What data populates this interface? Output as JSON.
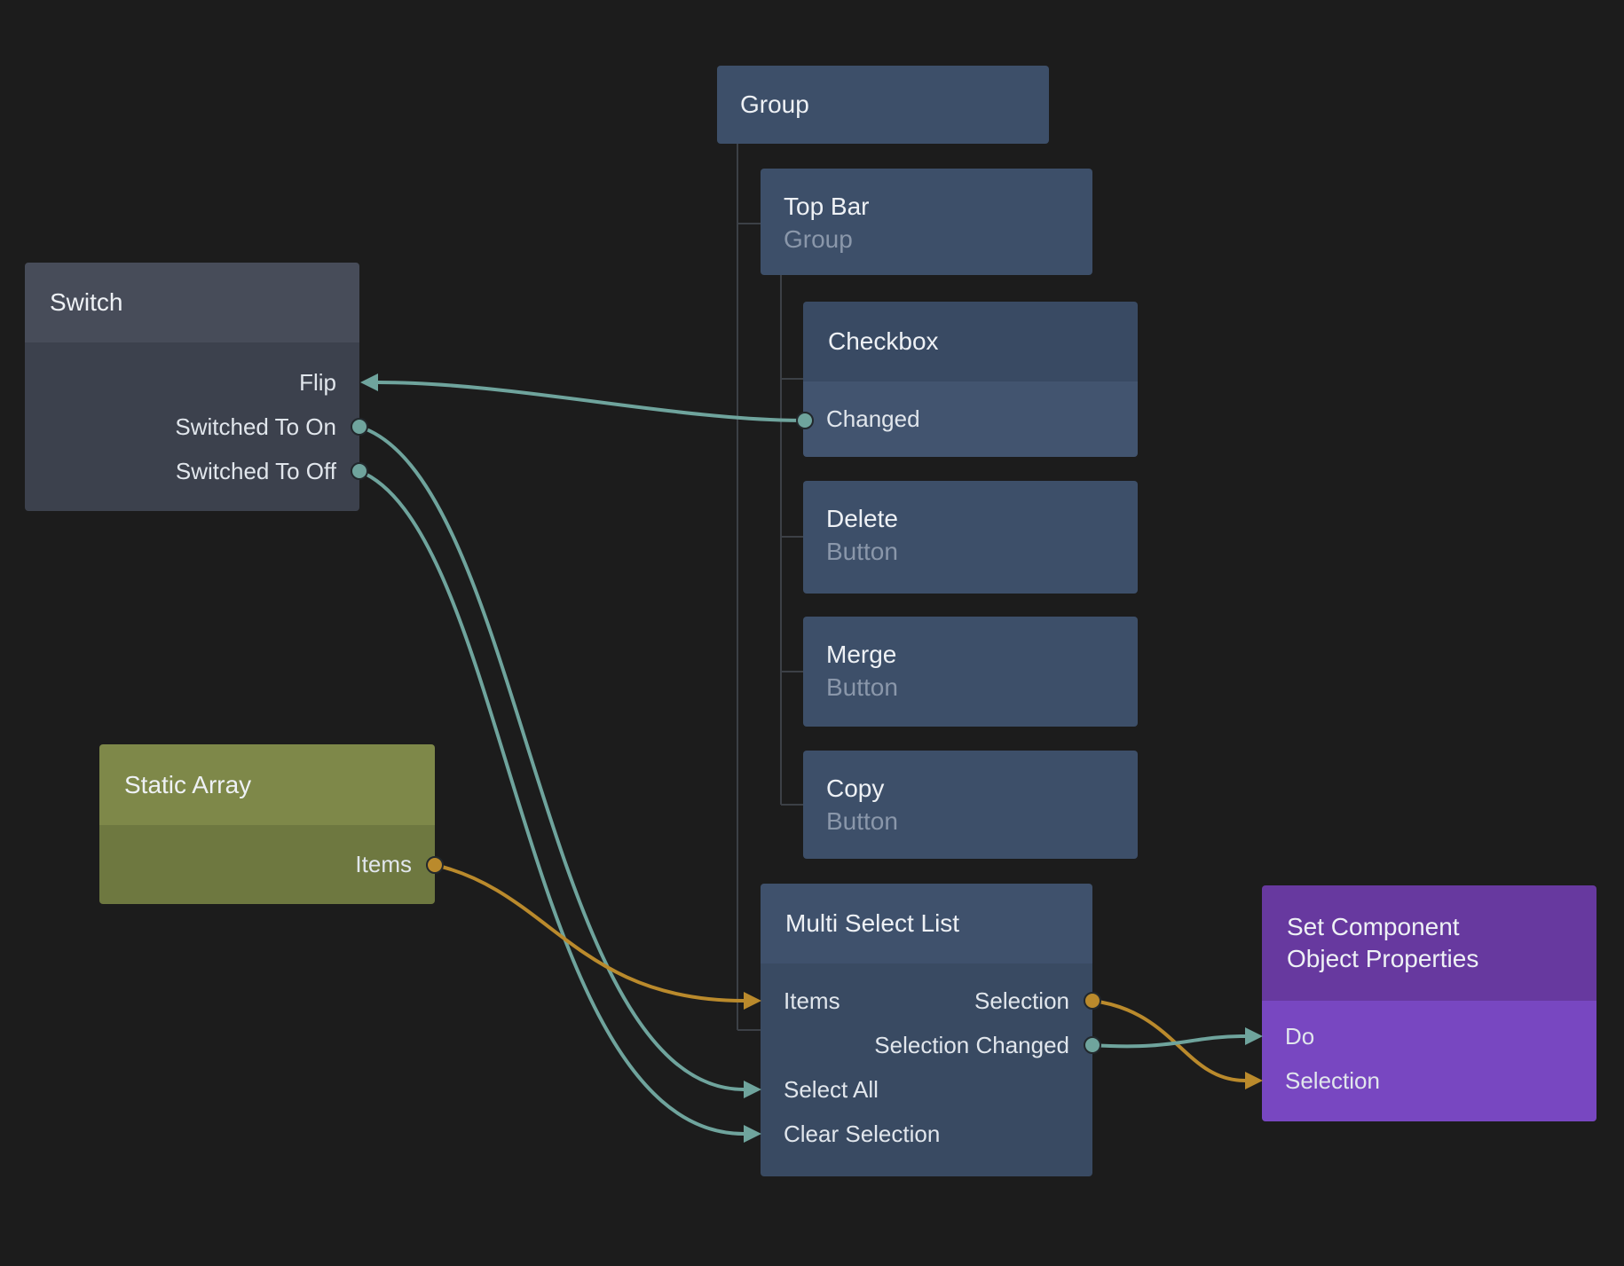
{
  "colors": {
    "background": "#1c1c1c",
    "teal": "#6fa49d",
    "orange": "#ba8a2c",
    "blue_solid": "#3d4f69",
    "blue_header": "#394a63",
    "blue_body": "#42546f",
    "msl_header": "#3f516c",
    "msl_body": "#394a62",
    "gray_header": "#474c59",
    "gray_body": "#3c414d",
    "olive_header": "#7e8849",
    "olive_body": "#6e7840",
    "purple_header": "#67399f",
    "purple_body": "#7847c1"
  },
  "nodes": {
    "group": {
      "title": "Group"
    },
    "top_bar": {
      "title": "Top Bar",
      "subtitle": "Group"
    },
    "checkbox": {
      "title": "Checkbox",
      "ports": {
        "changed": "Changed"
      }
    },
    "delete": {
      "title": "Delete",
      "subtitle": "Button"
    },
    "merge": {
      "title": "Merge",
      "subtitle": "Button"
    },
    "copy": {
      "title": "Copy",
      "subtitle": "Button"
    },
    "multi_select_list": {
      "title": "Multi Select List",
      "ports": {
        "items": "Items",
        "selection": "Selection",
        "selection_changed": "Selection Changed",
        "select_all": "Select All",
        "clear_selection": "Clear Selection"
      }
    },
    "switch": {
      "title": "Switch",
      "ports": {
        "flip": "Flip",
        "switched_to_on": "Switched To On",
        "switched_to_off": "Switched To Off"
      }
    },
    "static_array": {
      "title": "Static Array",
      "ports": {
        "items": "Items"
      }
    },
    "set_component_object_properties": {
      "title": "Set Component Object Properties",
      "ports": {
        "do": "Do",
        "selection": "Selection"
      }
    }
  },
  "connections": [
    {
      "from": "Checkbox.Changed",
      "to": "Switch.Flip",
      "color": "teal"
    },
    {
      "from": "Switch.Switched To On",
      "to": "Multi Select List.Select All",
      "color": "teal"
    },
    {
      "from": "Switch.Switched To Off",
      "to": "Multi Select List.Clear Selection",
      "color": "teal"
    },
    {
      "from": "Static Array.Items",
      "to": "Multi Select List.Items",
      "color": "orange"
    },
    {
      "from": "Multi Select List.Selection",
      "to": "Set Component Object Properties.Selection",
      "color": "orange"
    },
    {
      "from": "Multi Select List.Selection Changed",
      "to": "Set Component Object Properties.Do",
      "color": "teal"
    }
  ]
}
